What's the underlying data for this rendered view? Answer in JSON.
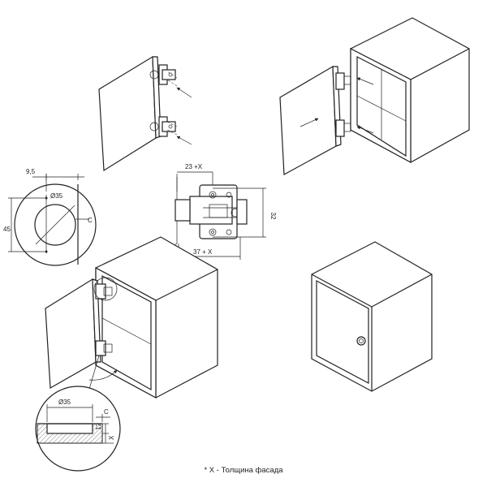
{
  "dimensions": {
    "offset_9_5": "9,5",
    "cup_diameter_top": "Ø35",
    "height_45": "45",
    "gap_c_left": "C",
    "dim_23x": "23 +X",
    "dim_32": "32",
    "dim_37x": "37 + X",
    "cup_diameter_bottom": "Ø35",
    "gap_c_bottom": "C",
    "depth_12": "12",
    "thickness_x": "X"
  },
  "footnote": "* X - Толщина фасада",
  "colors": {
    "line": "#222222",
    "background": "#ffffff"
  }
}
